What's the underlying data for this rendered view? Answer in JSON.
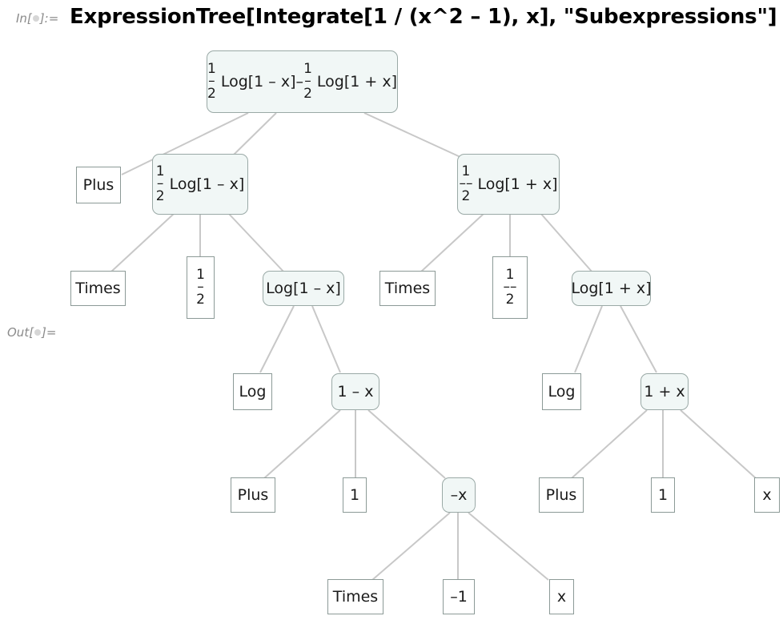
{
  "in_label": "In[",
  "in_label_tail": "]:=",
  "out_label": "Out[",
  "out_label_tail": "]=",
  "input_code": "ExpressionTree[Integrate[1 / (x^2 – 1), x], \"Subexpressions\"]",
  "tree": {
    "root": {
      "num1": "1",
      "den1": "2",
      "t1": "Log[1 – x]",
      "sep": "–",
      "num2": "1",
      "den2": "2",
      "t2": "Log[1 + x]"
    },
    "plus_top": "Plus",
    "left": {
      "num": "1",
      "bar": "–",
      "den": "2",
      "text": "Log[1 – x]"
    },
    "right": {
      "num": "1",
      "bar": "––",
      "den": "2",
      "text": "Log[1 + x]"
    },
    "times_left": "Times",
    "half_left": {
      "num": "1",
      "bar": "–",
      "den": "2"
    },
    "log1mx": "Log[1 – x]",
    "times_right": "Times",
    "half_right": {
      "num": "1",
      "bar": "––",
      "den": "2"
    },
    "log1px": "Log[1 + x]",
    "log_left": "Log",
    "one_minus_x": "1 – x",
    "log_right": "Log",
    "one_plus_x": "1 + x",
    "plus_mid_left": "Plus",
    "one_left": "1",
    "neg_x": "–x",
    "plus_mid_right": "Plus",
    "one_right": "1",
    "x_right": "x",
    "times_bottom": "Times",
    "minus_one": "–1",
    "x_bottom": "x"
  }
}
